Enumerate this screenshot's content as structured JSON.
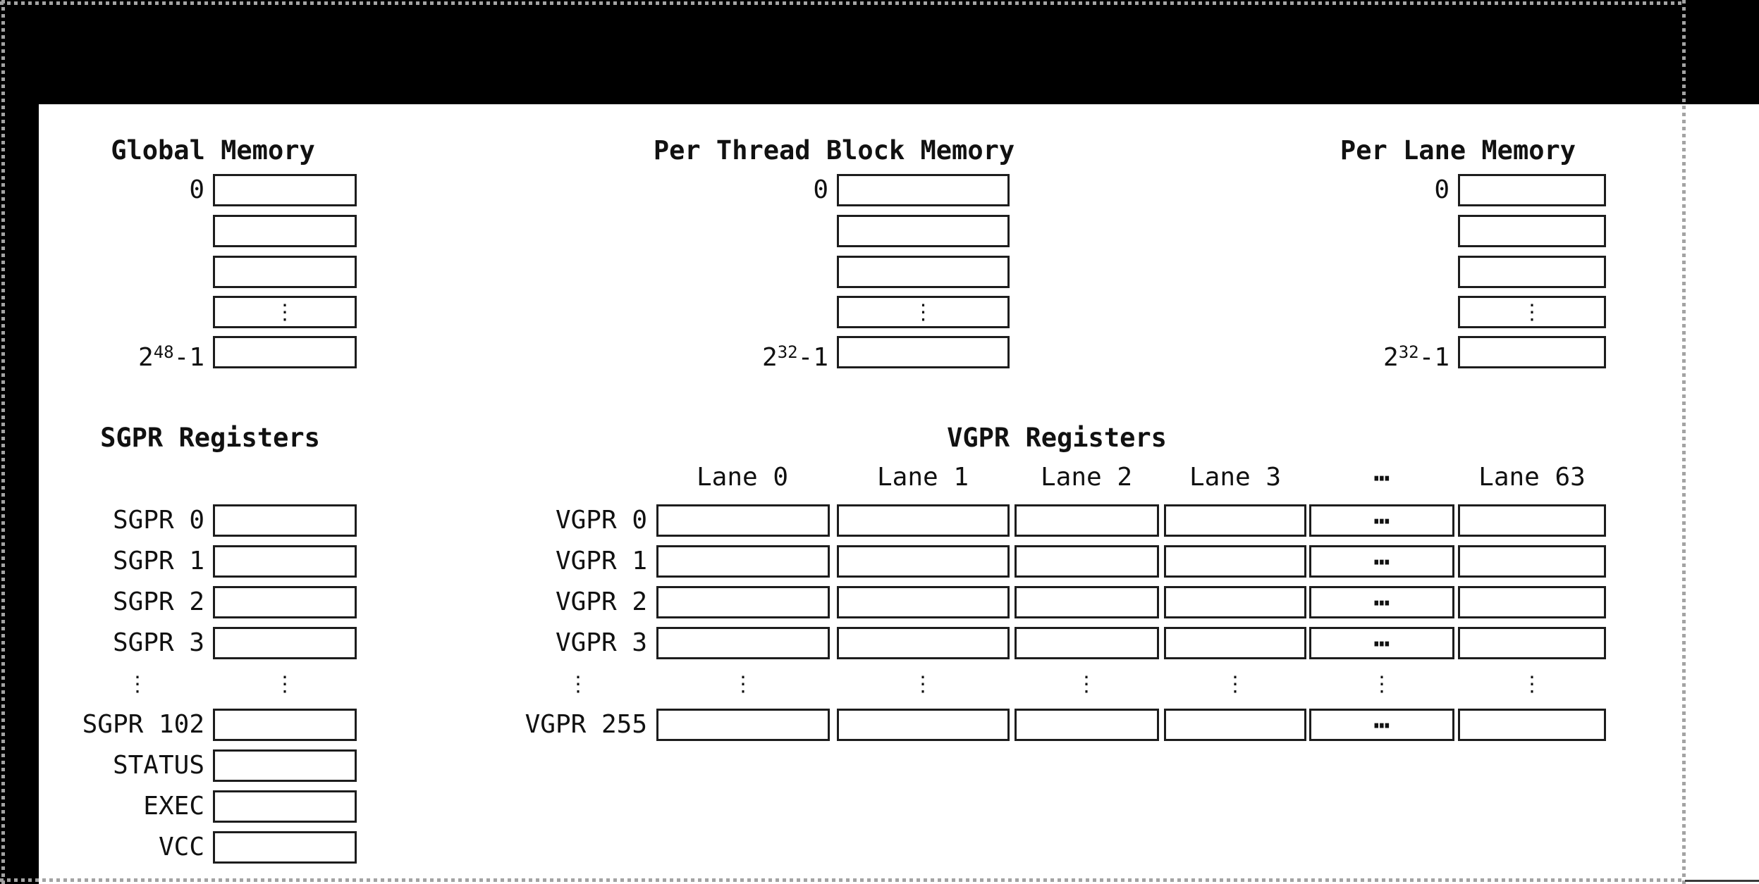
{
  "colors": {
    "background": "#000000",
    "panel": "#ffffff",
    "box_border": "#1d1d1d",
    "text": "#111111",
    "marquee": "#a3a3a3"
  },
  "memories": [
    {
      "title": "Global Memory",
      "top_address": "0",
      "bottom_address": {
        "base": "2",
        "exponent": "48",
        "suffix": "-1"
      },
      "ellipsis": "⋮"
    },
    {
      "title": "Per Thread Block Memory",
      "top_address": "0",
      "bottom_address": {
        "base": "2",
        "exponent": "32",
        "suffix": "-1"
      },
      "ellipsis": "⋮"
    },
    {
      "title": "Per Lane Memory",
      "top_address": "0",
      "bottom_address": {
        "base": "2",
        "exponent": "32",
        "suffix": "-1"
      },
      "ellipsis": "⋮"
    }
  ],
  "sgpr": {
    "title": "SGPR Registers",
    "rows": [
      "SGPR 0",
      "SGPR 1",
      "SGPR 2",
      "SGPR 3"
    ],
    "ellipsis": "⋮",
    "tail_rows": [
      "SGPR 102",
      "STATUS",
      "EXEC",
      "VCC"
    ]
  },
  "vgpr": {
    "title": "VGPR Registers",
    "lane_headers": [
      "Lane 0",
      "Lane 1",
      "Lane 2",
      "Lane 3",
      "⋯",
      "Lane 63"
    ],
    "rows": [
      "VGPR 0",
      "VGPR 1",
      "VGPR 2",
      "VGPR 3"
    ],
    "last_row": "VGPR 255",
    "cell_dots": "⋯",
    "ellipsis": "⋮"
  }
}
